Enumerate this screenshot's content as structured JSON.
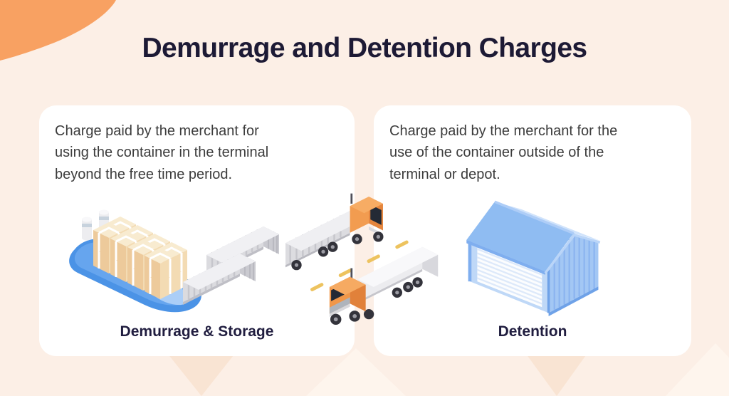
{
  "page": {
    "title": "Demurrage and Detention Charges"
  },
  "cards": [
    {
      "id": "demurrage",
      "description": "Charge paid by the merchant for\nusing the container in the terminal\nbeyond the free time period.",
      "label": "Demurrage & Storage",
      "illustration": "cargo-ship-with-crates, shipping-containers, trucks-on-road"
    },
    {
      "id": "detention",
      "description": "Charge paid by the merchant for the\nuse of the container outside of the\nterminal or depot.",
      "label": "Detention",
      "illustration": "warehouse-depot"
    }
  ],
  "colors": {
    "background": "#FCEFE6",
    "accent_orange": "#F8A162",
    "deco_peach_dark": "#F9E4D3",
    "deco_peach_light": "#FEF5ED",
    "card_background": "#FFFFFF",
    "title_text": "#1D1A35",
    "body_text": "#3C3C3C",
    "label_text": "#201D3F",
    "ship_blue": "#4B93E6",
    "crate_tan": "#EDCA9B",
    "container_gray": "#DBDBDF",
    "truck_orange": "#F29C50",
    "warehouse_blue": "#8FBCF2",
    "road_dash_yellow": "#EDC35F"
  }
}
